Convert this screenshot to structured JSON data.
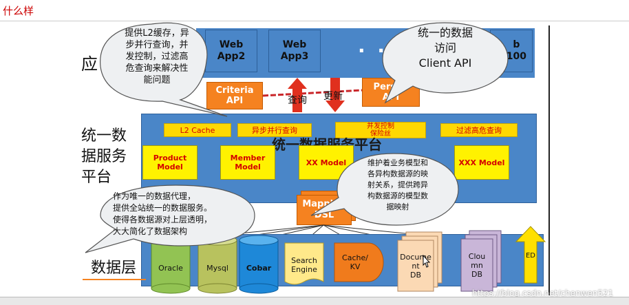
{
  "header": {
    "title": "什么样"
  },
  "layers": {
    "app": "应",
    "platform_line1": "统一数",
    "platform_line2": "据服务",
    "platform_line3": "平台",
    "data": "数据层"
  },
  "apps": [
    {
      "label": "Web\nApp2"
    },
    {
      "label": "Web\nApp3"
    },
    {
      "label": "b\n100"
    }
  ],
  "app_dots": "· · ·",
  "apis": {
    "criteria": "Criteria\nAPI",
    "persist": "Persist\nAPI",
    "query_label": "查询",
    "update_label": "更新"
  },
  "platform": {
    "title": "统一数据服务平台",
    "strips": [
      "L2 Cache",
      "异步并行查询",
      "并发控制\n保险丝",
      "过滤高危查询"
    ],
    "models": [
      "Product\nModel",
      "Member\nModel",
      "XX Model",
      "XXX Model"
    ],
    "mapping": "Mapping\nDSL"
  },
  "datastores": [
    "Oracle",
    "Mysql",
    "Cobar",
    "Search\nEngine",
    "Cache/\nKV",
    "Docume\nnt\nDB",
    "Clou\nmn\nDB",
    "ED"
  ],
  "callouts": {
    "l2": "提供L2缓存，异\n步并行查询，并\n发控制，过滤高\n危查询来解决性\n能问题",
    "client_api": "统一的数据\n访问\nClient API",
    "model_mapping": "维护着业务模型和\n各异构数据源的映\n射关系，提供跨异\n构数据源的模型数\n据映射",
    "proxy": "作为唯一的数据代理，\n提供全站统一的数据服务。\n使得各数据源对上层透明，\n大大简化了数据架构"
  },
  "watermark": "https://blog.csdn.net/chenwen521",
  "colors": {
    "blue": "#4a86c8",
    "orange": "#f58220",
    "yellow": "#fff200",
    "red_text": "#d40000",
    "arrow_red": "#e0301e",
    "arrow_yellow": "#ffe000"
  }
}
